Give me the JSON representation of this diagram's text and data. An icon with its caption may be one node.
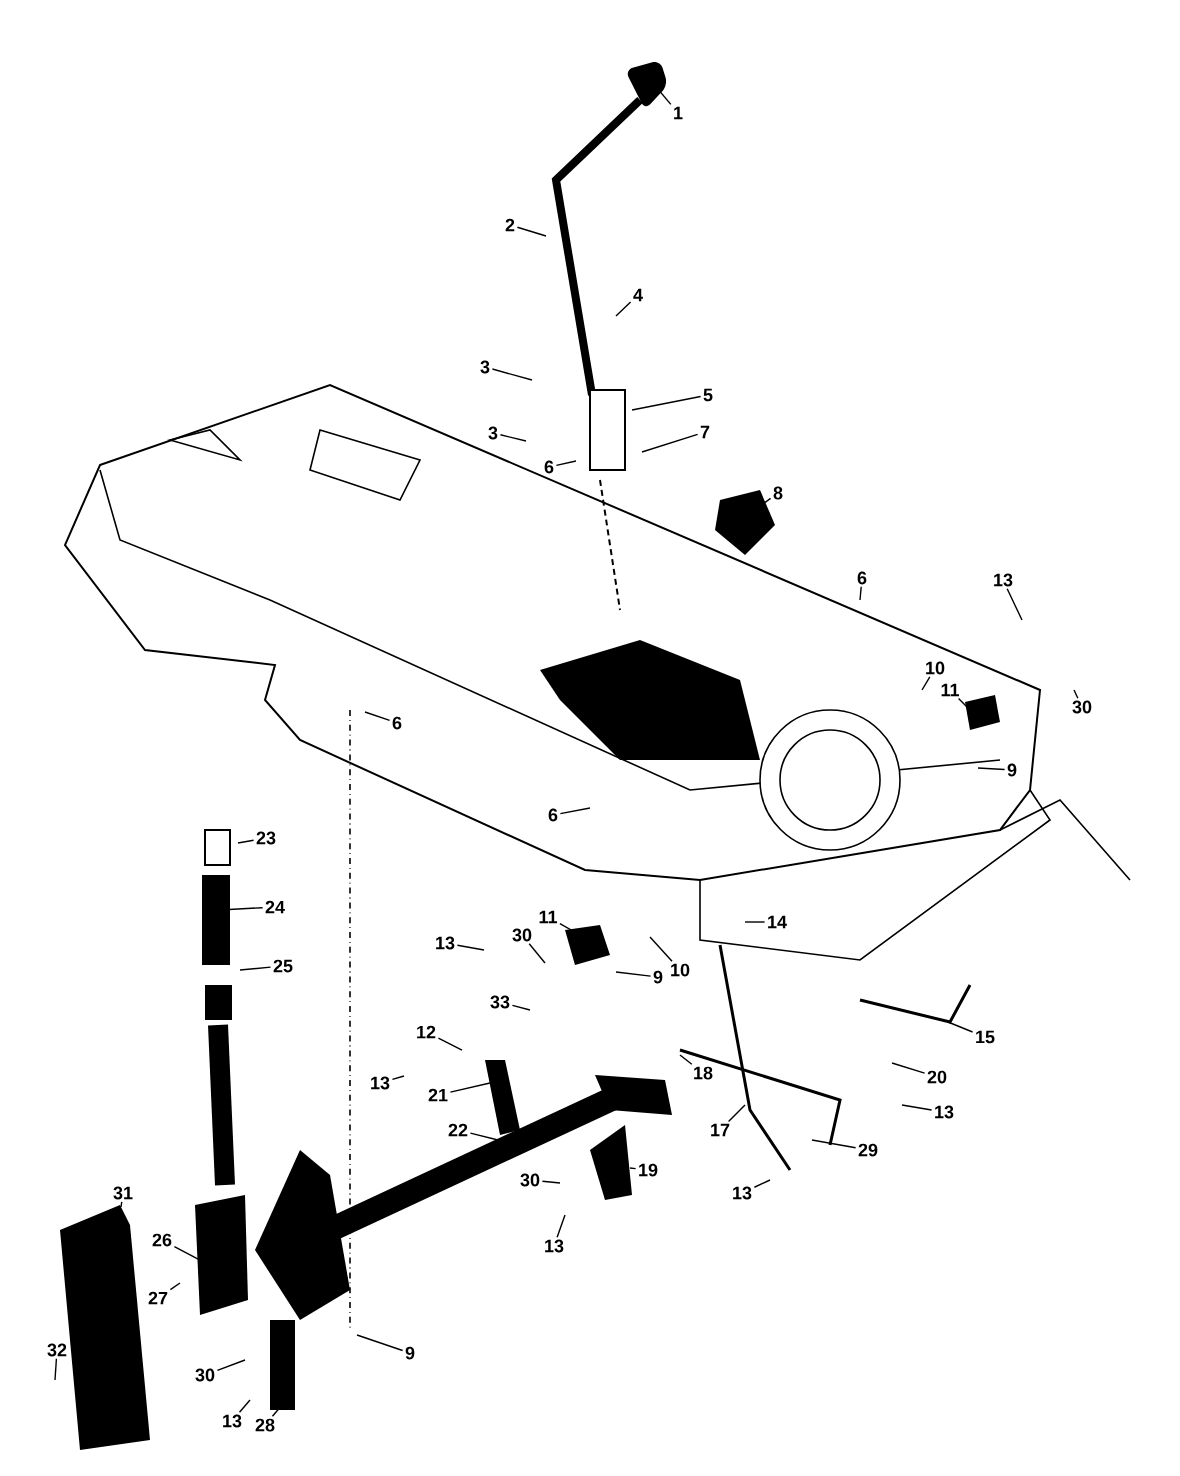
{
  "diagram": {
    "nodes": [
      {
        "text": [
          "1"
        ]
      },
      {
        "text": [
          "2"
        ]
      },
      {
        "text": [
          "4"
        ]
      },
      {
        "text": [
          "3"
        ]
      },
      {
        "text": [
          "5"
        ]
      },
      {
        "text": [
          "3"
        ]
      },
      {
        "text": [
          "7"
        ]
      },
      {
        "text": [
          "6"
        ]
      },
      {
        "text": [
          "8"
        ]
      },
      {
        "text": [
          "6"
        ]
      },
      {
        "text": [
          "13"
        ]
      },
      {
        "text": [
          "11"
        ]
      },
      {
        "text": [
          "10"
        ]
      },
      {
        "text": [
          "30"
        ]
      },
      {
        "text": [
          "9"
        ]
      },
      {
        "text": [
          "6"
        ]
      },
      {
        "text": [
          "6"
        ]
      },
      {
        "text": [
          "23"
        ]
      },
      {
        "text": [
          "24"
        ]
      },
      {
        "text": [
          "11"
        ]
      },
      {
        "text": [
          "14"
        ]
      },
      {
        "text": [
          "13"
        ]
      },
      {
        "text": [
          "30"
        ]
      },
      {
        "text": [
          "10"
        ]
      },
      {
        "text": [
          "9"
        ]
      },
      {
        "text": [
          "25"
        ]
      },
      {
        "text": [
          "33"
        ]
      },
      {
        "text": [
          "12"
        ]
      },
      {
        "text": [
          "15"
        ]
      },
      {
        "text": [
          "13"
        ]
      },
      {
        "text": [
          "18"
        ]
      },
      {
        "text": [
          "21"
        ]
      },
      {
        "text": [
          "20"
        ]
      },
      {
        "text": [
          "13"
        ]
      },
      {
        "text": [
          "22"
        ]
      },
      {
        "text": [
          "17"
        ]
      },
      {
        "text": [
          "29"
        ]
      },
      {
        "text": [
          "30"
        ]
      },
      {
        "text": [
          "19"
        ]
      },
      {
        "text": [
          "13"
        ]
      },
      {
        "text": [
          "31"
        ]
      },
      {
        "text": [
          "26"
        ]
      },
      {
        "text": [
          "13"
        ]
      },
      {
        "text": [
          "27"
        ]
      },
      {
        "text": [
          "9"
        ]
      },
      {
        "text": [
          "32"
        ]
      },
      {
        "text": [
          "30"
        ]
      },
      {
        "text": [
          "13"
        ]
      },
      {
        "text": [
          "28"
        ]
      }
    ],
    "edges": [
      {
        "from": 0,
        "to": null,
        "arrow": "none"
      },
      {
        "from": 1,
        "to": null,
        "arrow": "none"
      },
      {
        "from": 2,
        "to": null,
        "arrow": "none"
      },
      {
        "from": 3,
        "to": null,
        "arrow": "none"
      },
      {
        "from": 4,
        "to": null,
        "arrow": "none"
      },
      {
        "from": 5,
        "to": null,
        "arrow": "none"
      },
      {
        "from": 6,
        "to": null,
        "arrow": "none"
      },
      {
        "from": 7,
        "to": null,
        "arrow": "none"
      },
      {
        "from": 8,
        "to": null,
        "arrow": "none"
      },
      {
        "from": 9,
        "to": null,
        "arrow": "none"
      },
      {
        "from": 10,
        "to": null,
        "arrow": "none"
      },
      {
        "from": 11,
        "to": null,
        "arrow": "none"
      },
      {
        "from": 12,
        "to": null,
        "arrow": "none"
      },
      {
        "from": 13,
        "to": null,
        "arrow": "none"
      },
      {
        "from": 14,
        "to": null,
        "arrow": "none"
      },
      {
        "from": 15,
        "to": null,
        "arrow": "none"
      },
      {
        "from": 16,
        "to": null,
        "arrow": "none"
      },
      {
        "from": 17,
        "to": null,
        "arrow": "none"
      },
      {
        "from": 18,
        "to": null,
        "arrow": "none"
      },
      {
        "from": 19,
        "to": null,
        "arrow": "none"
      },
      {
        "from": 20,
        "to": null,
        "arrow": "none"
      },
      {
        "from": 21,
        "to": null,
        "arrow": "none"
      },
      {
        "from": 22,
        "to": null,
        "arrow": "none"
      },
      {
        "from": 23,
        "to": null,
        "arrow": "none"
      },
      {
        "from": 24,
        "to": null,
        "arrow": "none"
      },
      {
        "from": 25,
        "to": null,
        "arrow": "none"
      },
      {
        "from": 26,
        "to": null,
        "arrow": "none"
      },
      {
        "from": 27,
        "to": null,
        "arrow": "none"
      },
      {
        "from": 28,
        "to": null,
        "arrow": "none"
      },
      {
        "from": 29,
        "to": null,
        "arrow": "none"
      },
      {
        "from": 30,
        "to": null,
        "arrow": "none"
      },
      {
        "from": 31,
        "to": null,
        "arrow": "none"
      },
      {
        "from": 32,
        "to": null,
        "arrow": "none"
      },
      {
        "from": 33,
        "to": null,
        "arrow": "none"
      },
      {
        "from": 34,
        "to": null,
        "arrow": "none"
      },
      {
        "from": 35,
        "to": null,
        "arrow": "none"
      },
      {
        "from": 36,
        "to": null,
        "arrow": "none"
      },
      {
        "from": 37,
        "to": null,
        "arrow": "none"
      },
      {
        "from": 38,
        "to": null,
        "arrow": "none"
      },
      {
        "from": 39,
        "to": null,
        "arrow": "none"
      },
      {
        "from": 40,
        "to": null,
        "arrow": "none"
      },
      {
        "from": 41,
        "to": null,
        "arrow": "none"
      },
      {
        "from": 42,
        "to": null,
        "arrow": "none"
      },
      {
        "from": 43,
        "to": null,
        "arrow": "none"
      },
      {
        "from": 44,
        "to": null,
        "arrow": "none"
      },
      {
        "from": 45,
        "to": null,
        "arrow": "none"
      },
      {
        "from": 46,
        "to": null,
        "arrow": "none"
      },
      {
        "from": 47,
        "to": null,
        "arrow": "none"
      },
      {
        "from": 48,
        "to": null,
        "arrow": "none"
      }
    ]
  }
}
